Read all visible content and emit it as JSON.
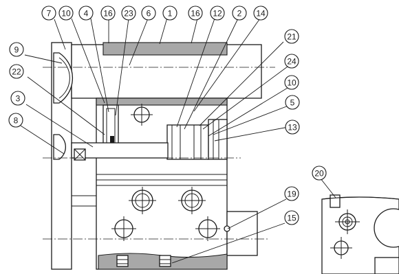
{
  "callouts": [
    "7",
    "10",
    "4",
    "16",
    "23",
    "6",
    "1",
    "16",
    "12",
    "2",
    "14",
    "9",
    "22",
    "3",
    "8",
    "21",
    "24",
    "10",
    "5",
    "13",
    "19",
    "15",
    "20"
  ]
}
